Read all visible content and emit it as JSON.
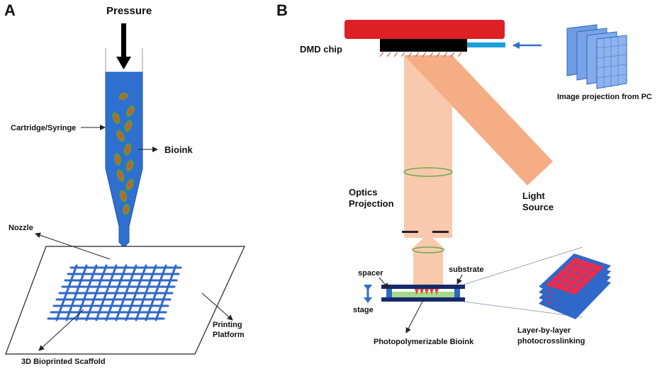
{
  "panel_a": {
    "letter": "A",
    "pressure": "Pressure",
    "cartridge": "Cartridge/Syringe",
    "bioink": "Bioink",
    "nozzle": "Nozzle",
    "printing_platform_line1": "Printing",
    "printing_platform_line2": "Platform",
    "scaffold": "3D Bioprinted Scaffold"
  },
  "panel_b": {
    "letter": "B",
    "dmd_chip": "DMD chip",
    "image_projection": "Image projection from PC",
    "optics_line1": "Optics",
    "optics_line2": "Projection",
    "light_line1": "Light",
    "light_line2": "Source",
    "spacer": "spacer",
    "substrate": "substrate",
    "stage": "stage",
    "photopolymerizable": "Photopolymerizable Bioink",
    "layer_line1": "Layer-by-layer",
    "layer_line2": "photocrosslinking"
  },
  "colors": {
    "syringe_blue": "#2f6fd0",
    "cell_green": "#3fa640",
    "cell_red": "#e8413a",
    "dmd_red": "#dd1f26",
    "beam_light": "#f9c9ad",
    "beam_dark": "#f4ad84",
    "grid_blue": "#2f68c8",
    "layer_red": "#f02a4a",
    "stage_navy": "#152a6b"
  }
}
